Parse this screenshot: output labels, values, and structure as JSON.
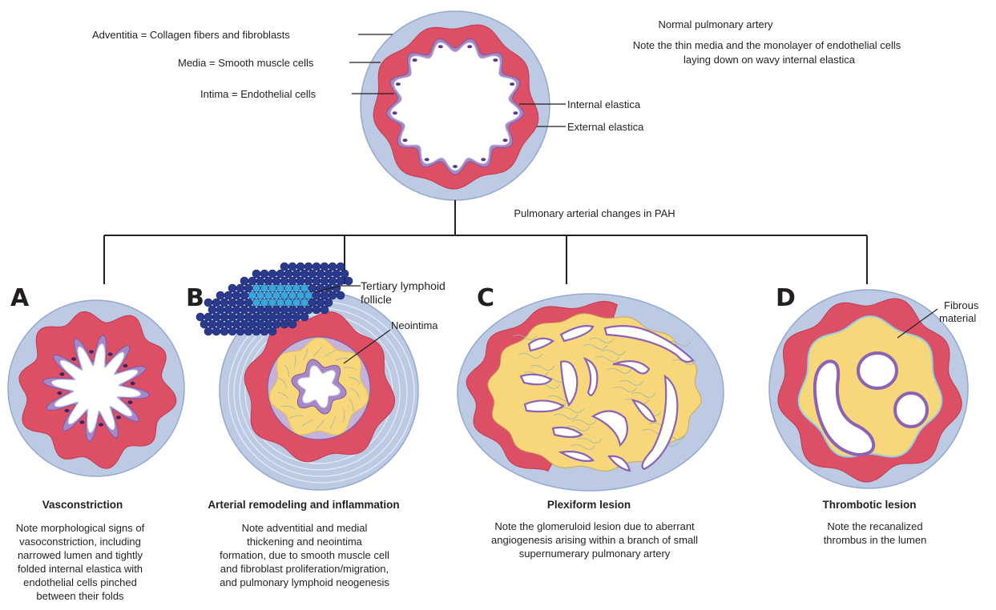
{
  "normal": {
    "adventitia_label": "Adventitia = Collagen fibers and fibroblasts",
    "media_label": "Media = Smooth muscle cells",
    "intima_label": "Intima = Endothelial cells",
    "internal_elastica": "Internal elastica",
    "external_elastica": "External elastica",
    "title": "Normal pulmonary artery",
    "note_lines": [
      "Note the thin media and the monolayer of endothelial cells",
      "laying down on wavy internal elastica"
    ]
  },
  "branch_label": "Pulmonary arterial changes in PAH",
  "panels": [
    {
      "letter": "A",
      "title": "Vasconstriction",
      "description": [
        "Note morphological signs of",
        "vasoconstriction, including",
        "narrowed lumen and tightly",
        "folded internal elastica with",
        "endothelial cells pinched",
        "between their folds"
      ]
    },
    {
      "letter": "B",
      "title": "Arterial remodeling and inflammation",
      "label_follicle_1": "Tertiary lymphoid",
      "label_follicle_2": "follicle",
      "label_neointima": "Neointima",
      "description": [
        "Note adventitial and medial",
        "thickening and neointima",
        "formation, due to smooth muscle cell",
        "and fibroblast proliferation/migration,",
        "and pulmonary lymphoid neogenesis"
      ]
    },
    {
      "letter": "C",
      "title": "Plexiform lesion",
      "description": [
        "Note the glomeruloid lesion due to aberrant",
        "angiogenesis arising within a branch of small",
        "supernumerary pulmonary artery"
      ]
    },
    {
      "letter": "D",
      "title": "Thrombotic lesion",
      "label_fibrous_1": "Fibrous",
      "label_fibrous_2": "material",
      "description": [
        "Note the recanalized",
        "thrombus in the lumen"
      ]
    }
  ],
  "colors": {
    "adventitia": "#bccbe3",
    "adventitia_edge": "#93a9cf",
    "media": "#dc4f64",
    "media_edge": "#c23a51",
    "elastica": "#a887c6",
    "elastica_edge": "#7a5aa3",
    "lumen": "#ffffff",
    "neointima": "#f8d77a",
    "lymph_dark": "#2a3b8f",
    "lymph_light": "#38a8dc",
    "line": "#231f20"
  }
}
